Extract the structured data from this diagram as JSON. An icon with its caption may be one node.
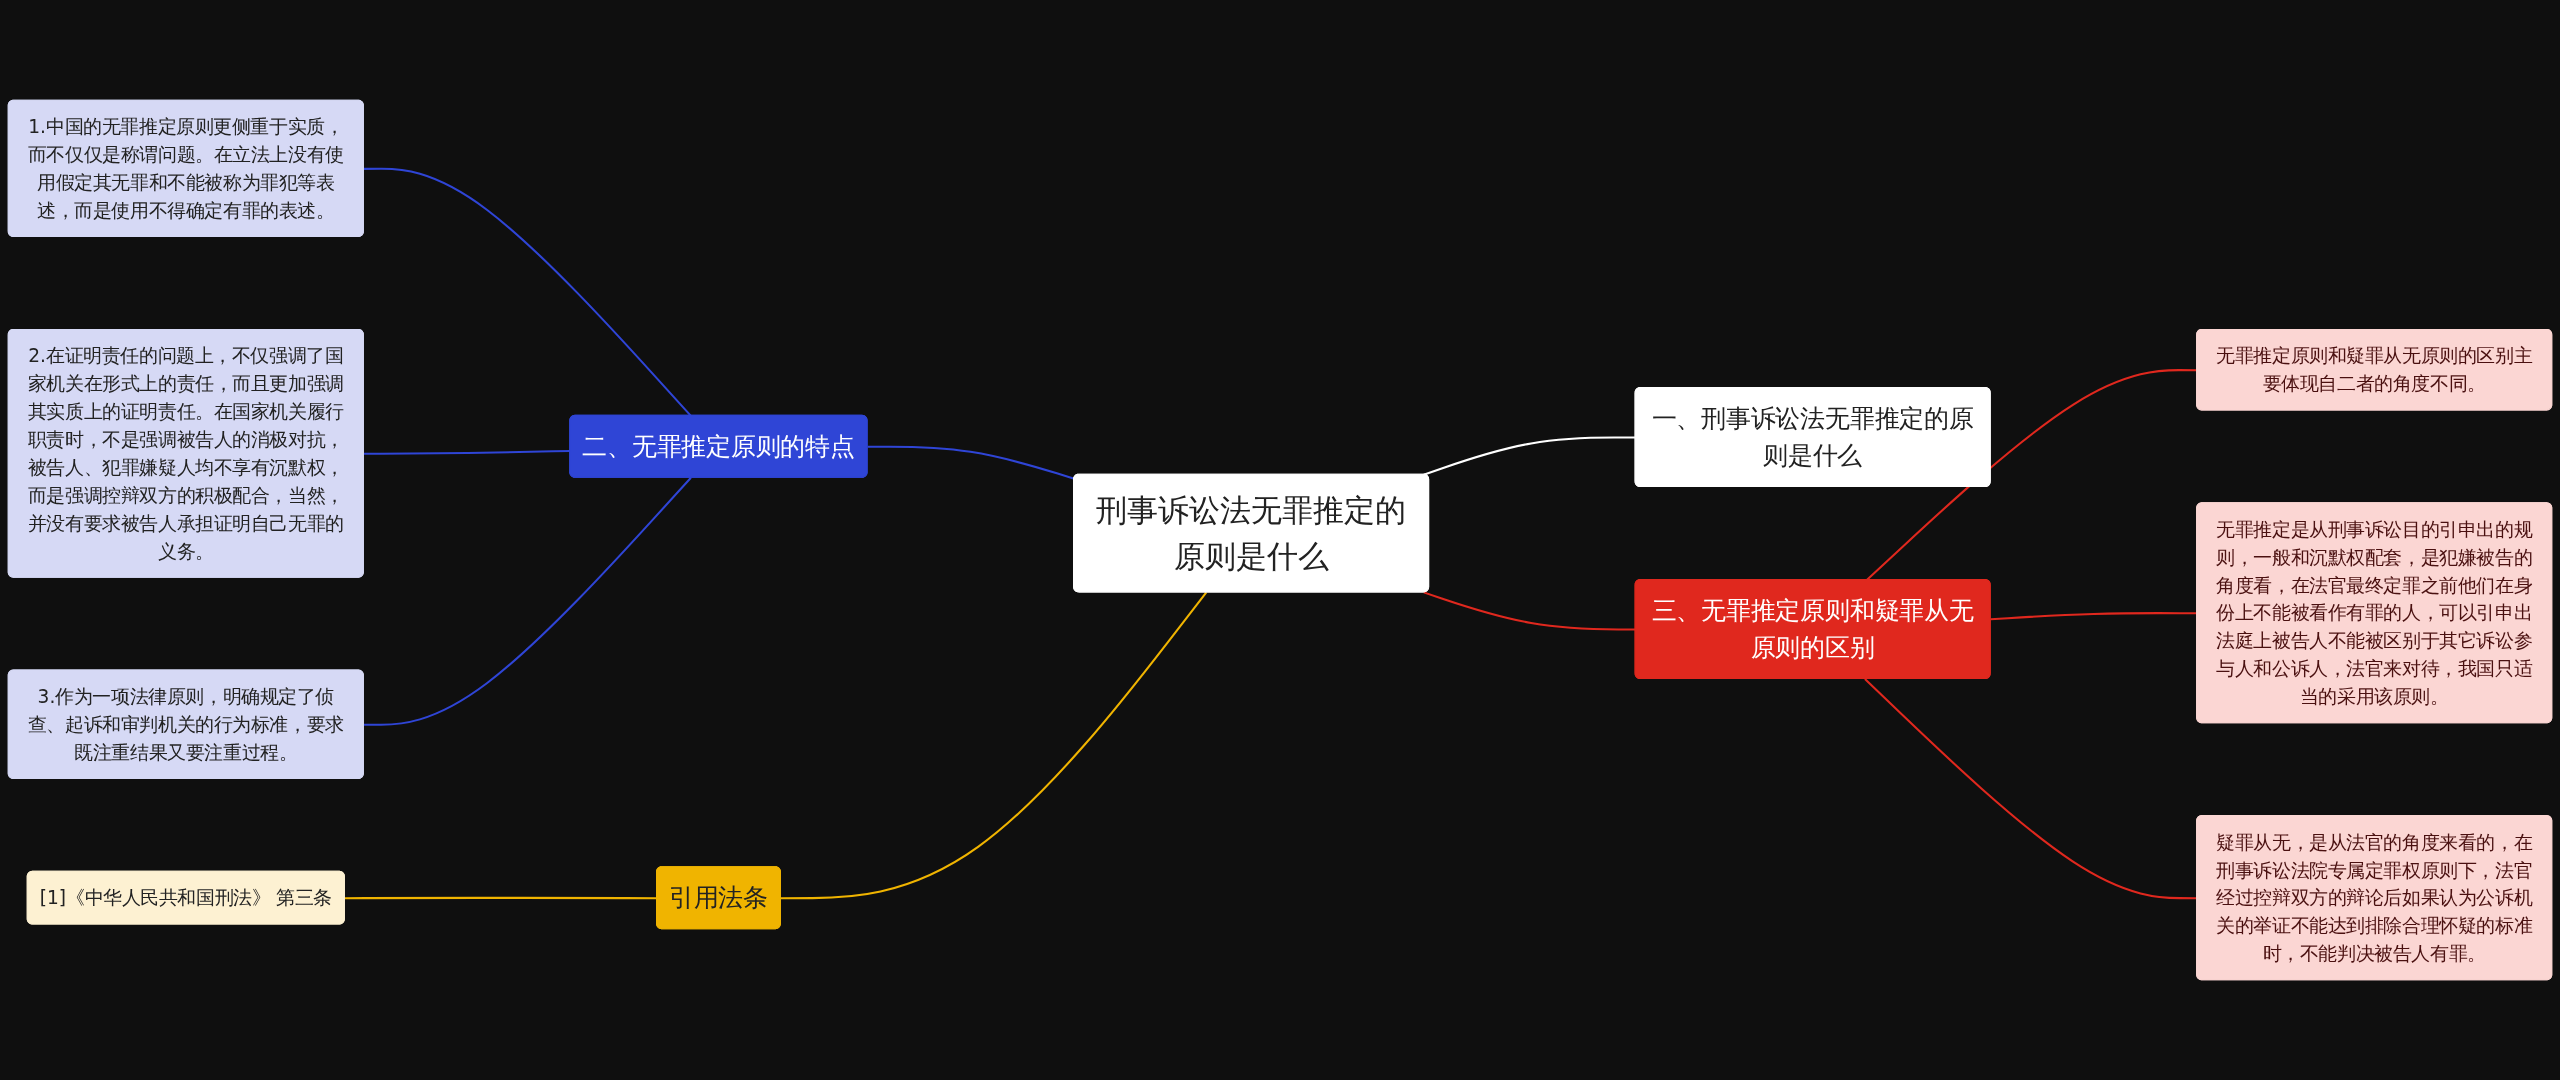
{
  "diagram": {
    "nodes": [
      {
        "text": [
          "刑事诉讼法无罪推定的原则是什么"
        ]
      },
      {
        "text": [
          "二、无罪推定原则的特点"
        ]
      },
      {
        "text": [
          "1.中国的无罪推定原则更侧重于实质，而不仅仅是称谓问题。在立法上没有使用假定其无罪和不能被称为罪犯等表述，而是使用不得确定有罪的表述。"
        ]
      },
      {
        "text": [
          "2.在证明责任的问题上，不仅强调了国家机关在形式上的责任，而且更加强调其实质上的证明责任。在国家机关履行职责时，不是强调被告人的消极对抗，被告人、犯罪嫌疑人均不享有沉默权，而是强调控辩双方的积极配合，当然，并没有要求被告人承担证明自己无罪的义务。"
        ]
      },
      {
        "text": [
          "3.作为一项法律原则，明确规定了侦查、起诉和审判机关的行为标准，要求既注重结果又要注重过程。"
        ]
      },
      {
        "text": [
          "引用法条"
        ]
      },
      {
        "text": [
          "[1]《中华人民共和国刑法》 第三条"
        ]
      },
      {
        "text": [
          "一、刑事诉讼法无罪推定的原则是什么"
        ]
      },
      {
        "text": [
          "三、无罪推定原则和疑罪从无原则的区别"
        ]
      },
      {
        "text": [
          "无罪推定原则和疑罪从无原则的区别主要体现自二者的角度不同。"
        ]
      },
      {
        "text": [
          "无罪推定是从刑事诉讼目的引申出的规则，一般和沉默权配套，是犯嫌被告的角度看，在法官最终定罪之前他们在身份上不能被看作有罪的人，可以引申出法庭上被告人不能被区别于其它诉讼参与人和公诉人，法官来对待，我国只适当的采用该原则。"
        ]
      },
      {
        "text": [
          "疑罪从无，是从法官的角度来看的，在刑事诉讼法院专属定罪权原则下，法官经过控辩双方的辩论后如果认为公诉机关的举证不能达到排除合理怀疑的标准时，不能判决被告人有罪。"
        ]
      }
    ],
    "edges": [
      {
        "from": 0,
        "to": 1,
        "arrow": "none",
        "color": "#2f45d6"
      },
      {
        "from": 1,
        "to": 2,
        "arrow": "none",
        "color": "#2f45d6"
      },
      {
        "from": 1,
        "to": 3,
        "arrow": "none",
        "color": "#2f45d6"
      },
      {
        "from": 1,
        "to": 4,
        "arrow": "none",
        "color": "#2f45d6"
      },
      {
        "from": 0,
        "to": 5,
        "arrow": "none",
        "color": "#f0b400"
      },
      {
        "from": 5,
        "to": 6,
        "arrow": "none",
        "color": "#f0b400"
      },
      {
        "from": 0,
        "to": 7,
        "arrow": "none",
        "color": "#ffffff"
      },
      {
        "from": 0,
        "to": 8,
        "arrow": "none",
        "color": "#e0281e"
      },
      {
        "from": 8,
        "to": 9,
        "arrow": "none",
        "color": "#e0281e"
      },
      {
        "from": 8,
        "to": 10,
        "arrow": "none",
        "color": "#e0281e"
      },
      {
        "from": 8,
        "to": 11,
        "arrow": "none",
        "color": "#e0281e"
      }
    ]
  }
}
